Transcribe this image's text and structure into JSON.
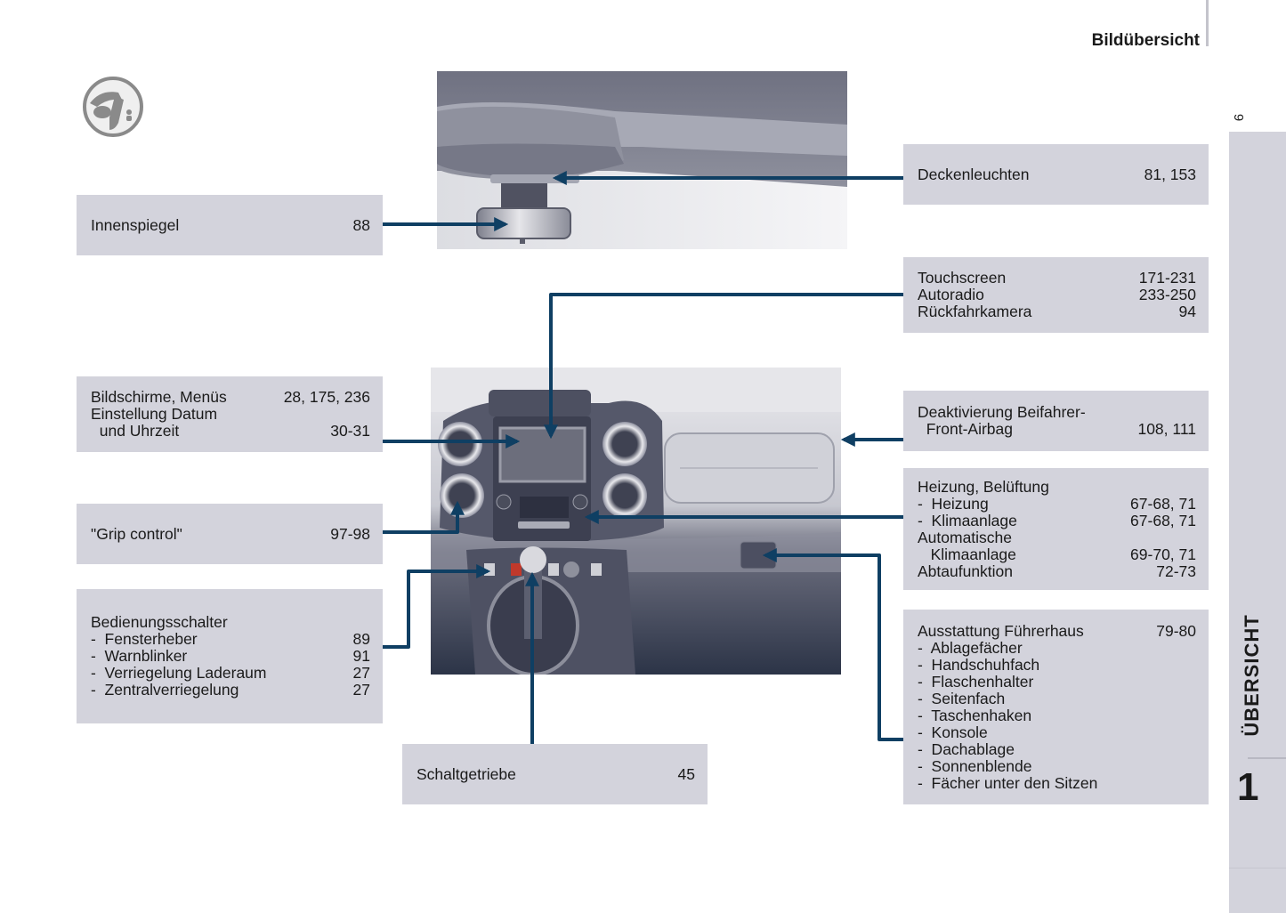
{
  "header": {
    "section_title": "Bildübersicht",
    "page_number": "9"
  },
  "side_tab": {
    "label": "ÜBERSICHT",
    "chapter_number": "1"
  },
  "icons": {
    "chapter_icon": "driver-steering-wheel-icon"
  },
  "images": {
    "top": "ceiling-and-rear-view-mirror-illustration",
    "bottom": "dashboard-center-console-illustration"
  },
  "callouts": {
    "innenspiegel": {
      "rows": [
        {
          "label": "Innenspiegel",
          "page": "88"
        }
      ]
    },
    "deckenleuchten": {
      "rows": [
        {
          "label": "Deckenleuchten",
          "page": "81, 153"
        }
      ]
    },
    "touchscreen": {
      "rows": [
        {
          "label": "Touchscreen",
          "page": "171-231"
        },
        {
          "label": "Autoradio",
          "page": "233-250"
        },
        {
          "label": "Rückfahrkamera",
          "page": "94"
        }
      ]
    },
    "bildschirme": {
      "rows": [
        {
          "label": "Bildschirme, Menüs",
          "page": "28, 175, 236"
        },
        {
          "label": "Einstellung Datum",
          "page": ""
        },
        {
          "label": "  und Uhrzeit",
          "page": "30-31"
        }
      ]
    },
    "airbag": {
      "rows": [
        {
          "label": "Deaktivierung Beifahrer-",
          "page": ""
        },
        {
          "label": "  Front-Airbag",
          "page": "108, 111"
        }
      ]
    },
    "grip": {
      "rows": [
        {
          "label": "\"Grip control\"",
          "page": "97-98"
        }
      ]
    },
    "heizung": {
      "rows": [
        {
          "label": "Heizung, Belüftung",
          "page": ""
        },
        {
          "label": "-  Heizung",
          "page": "67-68, 71"
        },
        {
          "label": "-  Klimaanlage",
          "page": "67-68, 71"
        },
        {
          "label": "Automatische",
          "page": ""
        },
        {
          "label": "   Klimaanlage",
          "page": "69-70, 71"
        },
        {
          "label": "Abtaufunktion",
          "page": "72-73"
        }
      ]
    },
    "bedienung": {
      "rows": [
        {
          "label": "Bedienungsschalter",
          "page": ""
        },
        {
          "label": "-  Fensterheber",
          "page": "89"
        },
        {
          "label": "-  Warnblinker",
          "page": "91"
        },
        {
          "label": "-  Verriegelung Laderaum",
          "page": "27"
        },
        {
          "label": "-  Zentralverriegelung",
          "page": "27"
        }
      ]
    },
    "ausstattung": {
      "rows": [
        {
          "label": "Ausstattung Führerhaus",
          "page": "79-80"
        },
        {
          "label": "-  Ablagefächer",
          "page": ""
        },
        {
          "label": "-  Handschuhfach",
          "page": ""
        },
        {
          "label": "-  Flaschenhalter",
          "page": ""
        },
        {
          "label": "-  Seitenfach",
          "page": ""
        },
        {
          "label": "-  Taschenhaken",
          "page": ""
        },
        {
          "label": "-  Konsole",
          "page": ""
        },
        {
          "label": "-  Dachablage",
          "page": ""
        },
        {
          "label": "-  Sonnenblende",
          "page": ""
        },
        {
          "label": "-  Fächer unter den Sitzen",
          "page": ""
        }
      ]
    },
    "schaltgetriebe": {
      "rows": [
        {
          "label": "Schaltgetriebe",
          "page": "45"
        }
      ]
    }
  },
  "colors": {
    "callout_bg": "#d3d3dc",
    "leader_line": "#0f3f63"
  }
}
